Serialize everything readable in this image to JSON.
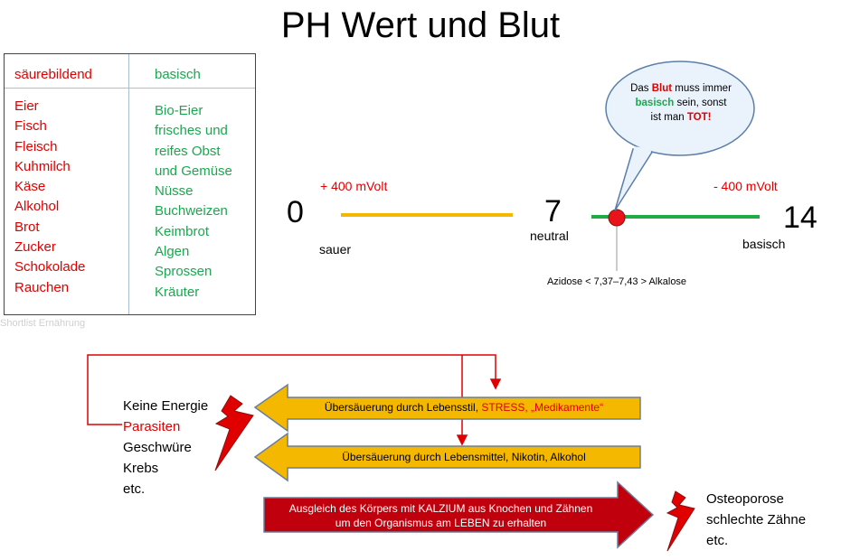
{
  "title": "PH Wert und Blut",
  "table": {
    "acid_header": "säurebildend",
    "base_header": "basisch",
    "acid_items": [
      "Eier",
      "Fisch",
      "Fleisch",
      "Kuhmilch",
      "Käse",
      "Alkohol",
      "Brot",
      "Zucker",
      "Schokolade",
      "Rauchen"
    ],
    "base_items": [
      "Bio-Eier",
      "frisches und",
      "reifes Obst",
      "und Gemüse",
      "Nüsse",
      "Buchweizen",
      "Keimbrot",
      "Algen",
      "Sprossen",
      "Kräuter"
    ]
  },
  "source_label": "Shortlist Ernährung",
  "scale": {
    "left_value": "0",
    "mid_value": "7",
    "right_value": "14",
    "left_mv": "+ 400 mVolt",
    "right_mv": "- 400 mVolt",
    "left_label": "sauer",
    "mid_label": "neutral",
    "right_label": "basisch",
    "range_label": "Azidose < 7,37–7,43 > Alkalose",
    "colors": {
      "acid_line": "#f5b800",
      "base_line": "#22aa44",
      "marker": "#e8141a"
    }
  },
  "bubble": {
    "part1": "Das ",
    "blood": "Blut",
    "part2": " muss immer ",
    "basic": "basisch",
    "part3": " sein, sonst ist man ",
    "dead": "TOT!"
  },
  "effects_left": {
    "item1": "Keine Energie",
    "item2": "Parasiten",
    "item3": "Geschwüre",
    "item4": "Krebs",
    "item5": "etc."
  },
  "arrows": {
    "arrow1_prefix": "Übersäuerung durch Lebensstil, ",
    "arrow1_highlight": "STRESS, „Medikamente“",
    "arrow2": "Übersäuerung durch Lebensmittel, Nikotin, Alkohol",
    "arrow3_line1": "Ausgleich des Körpers mit KALZIUM aus Knochen und Zähnen",
    "arrow3_line2": "um den Organismus am LEBEN zu erhalten"
  },
  "effects_right": {
    "item1": "Osteoporose",
    "item2": "schlechte Zähne",
    "item3": "etc."
  }
}
